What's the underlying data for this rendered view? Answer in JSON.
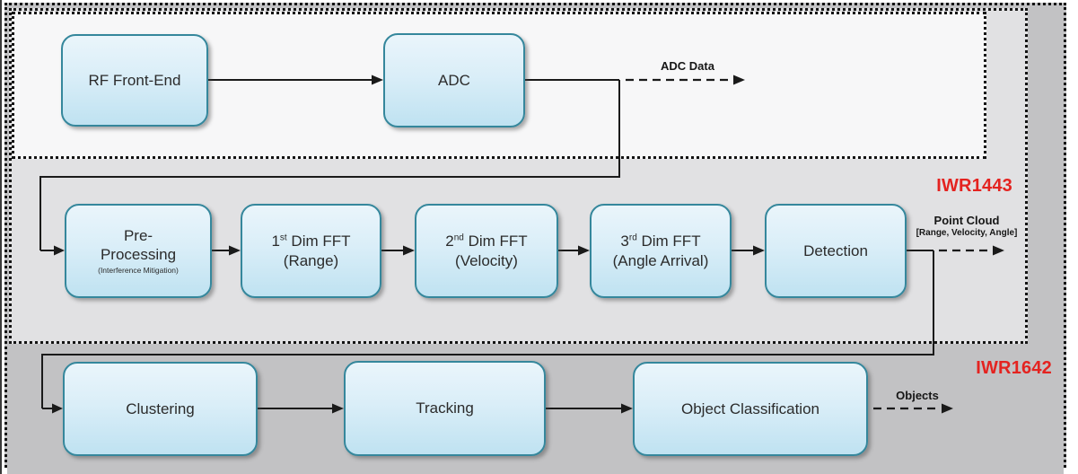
{
  "diagram": {
    "regions": {
      "iwr1443": {
        "label": "IWR1443"
      },
      "iwr1642": {
        "label": "IWR1642"
      }
    },
    "nodes": {
      "rf_front_end": {
        "label": "RF Front-End"
      },
      "adc": {
        "label": "ADC"
      },
      "pre_processing": {
        "label": "Pre-Processing",
        "note": "(Interference Mitigation)"
      },
      "fft1": {
        "num": "1",
        "ord": "st",
        "rest": " Dim FFT",
        "paren": "(Range)"
      },
      "fft2": {
        "num": "2",
        "ord": "nd",
        "rest": " Dim FFT",
        "paren": "(Velocity)"
      },
      "fft3": {
        "num": "3",
        "ord": "rd",
        "rest": " Dim FFT",
        "paren": "(Angle Arrival)"
      },
      "detection": {
        "label": "Detection"
      },
      "clustering": {
        "label": "Clustering"
      },
      "tracking": {
        "label": "Tracking"
      },
      "object_classification": {
        "label": "Object Classification"
      }
    },
    "outputs": {
      "adc_data": {
        "label": "ADC Data"
      },
      "point_cloud": {
        "label": "Point Cloud",
        "detail": "[Range, Velocity, Angle]"
      },
      "objects": {
        "label": "Objects"
      }
    },
    "colors": {
      "chip_label_red": "#e42320",
      "node_border_teal": "#35879c",
      "node_fill_blue": "#cfe9f5",
      "region_outer_gray": "#c2c2c4",
      "region_mid_gray": "#e1e1e3",
      "region_top_white": "#f7f7f8"
    }
  }
}
